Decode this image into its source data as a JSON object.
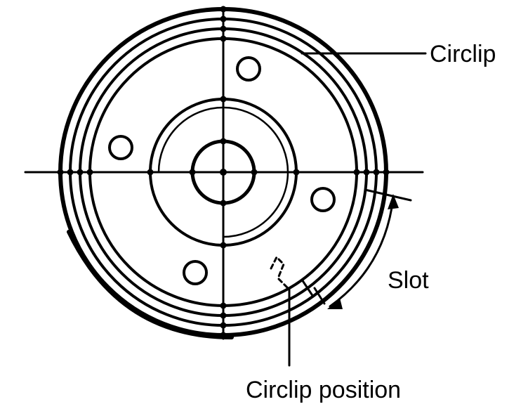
{
  "labels": {
    "circlip": "Circlip",
    "slot": "Slot",
    "circlip_position": "Circlip position"
  },
  "colors": {
    "ink": "#000000",
    "paper": "#ffffff"
  }
}
